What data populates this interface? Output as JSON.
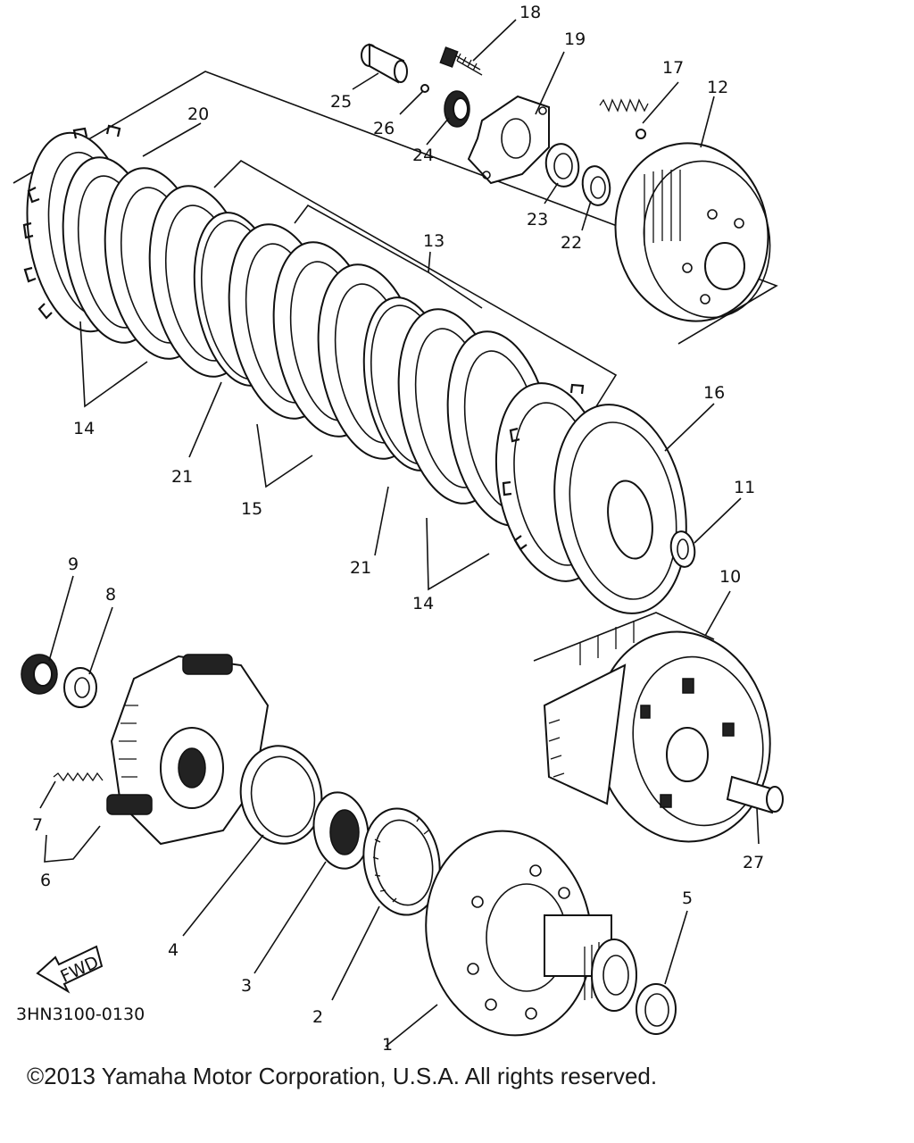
{
  "diagram": {
    "callouts": {
      "p1": "1",
      "p2": "2",
      "p3": "3",
      "p4": "4",
      "p5": "5",
      "p6": "6",
      "p7": "7",
      "p8": "8",
      "p9": "9",
      "p10": "10",
      "p11": "11",
      "p12": "12",
      "p13": "13",
      "p14a": "14",
      "p14b": "14",
      "p15": "15",
      "p16": "16",
      "p17": "17",
      "p18": "18",
      "p19": "19",
      "p20": "20",
      "p21a": "21",
      "p21b": "21",
      "p22": "22",
      "p23": "23",
      "p24": "24",
      "p25": "25",
      "p26": "26",
      "p27": "27"
    },
    "fwd_label": "FWD",
    "drawing_code": "3HN3100-0130"
  },
  "footer": {
    "copyright": "©2013 Yamaha Motor Corporation, U.S.A. All rights reserved."
  }
}
